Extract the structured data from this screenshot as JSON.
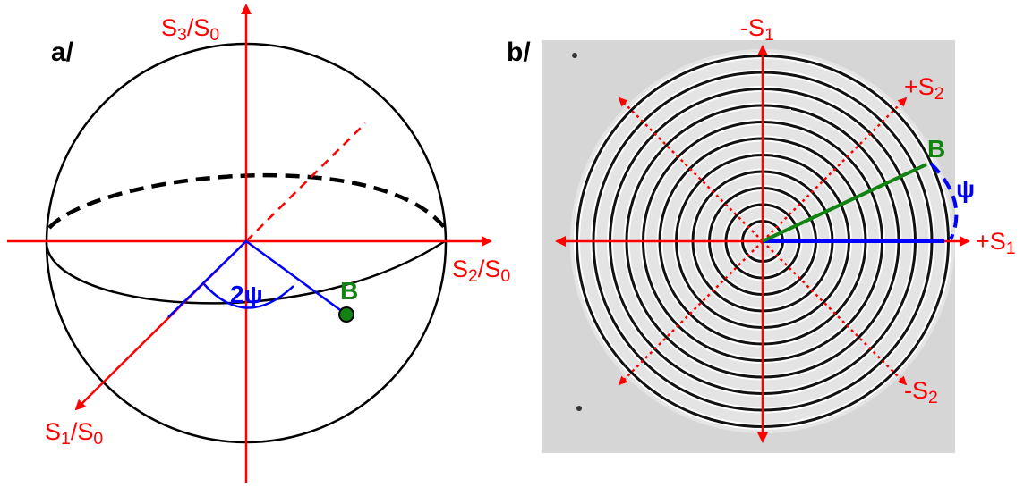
{
  "panel_a": {
    "label": "a/",
    "axis_s3": {
      "S": "S",
      "n": "3",
      "slash": "/",
      "S0": "S",
      "n0": "0"
    },
    "axis_s2": {
      "S": "S",
      "n": "2",
      "slash": "/",
      "S0": "S",
      "n0": "0"
    },
    "axis_s1": {
      "S": "S",
      "n": "1",
      "slash": "/",
      "S0": "S",
      "n0": "0"
    },
    "angle_label": "2ψ",
    "point_label": "B"
  },
  "panel_b": {
    "label": "b/",
    "top": {
      "sign": "-",
      "S": "S",
      "n": "1"
    },
    "right": {
      "sign": "+",
      "S": "S",
      "n": "1"
    },
    "upper_right": {
      "sign": "+",
      "S": "S",
      "n": "2"
    },
    "lower_right": {
      "sign": "-",
      "S": "S",
      "n": "2"
    },
    "angle_label": "ψ",
    "point_label": "B"
  },
  "colors": {
    "axes": "#ff0000",
    "angle": "#0000ff",
    "point": "#128212",
    "outline": "#000000"
  }
}
